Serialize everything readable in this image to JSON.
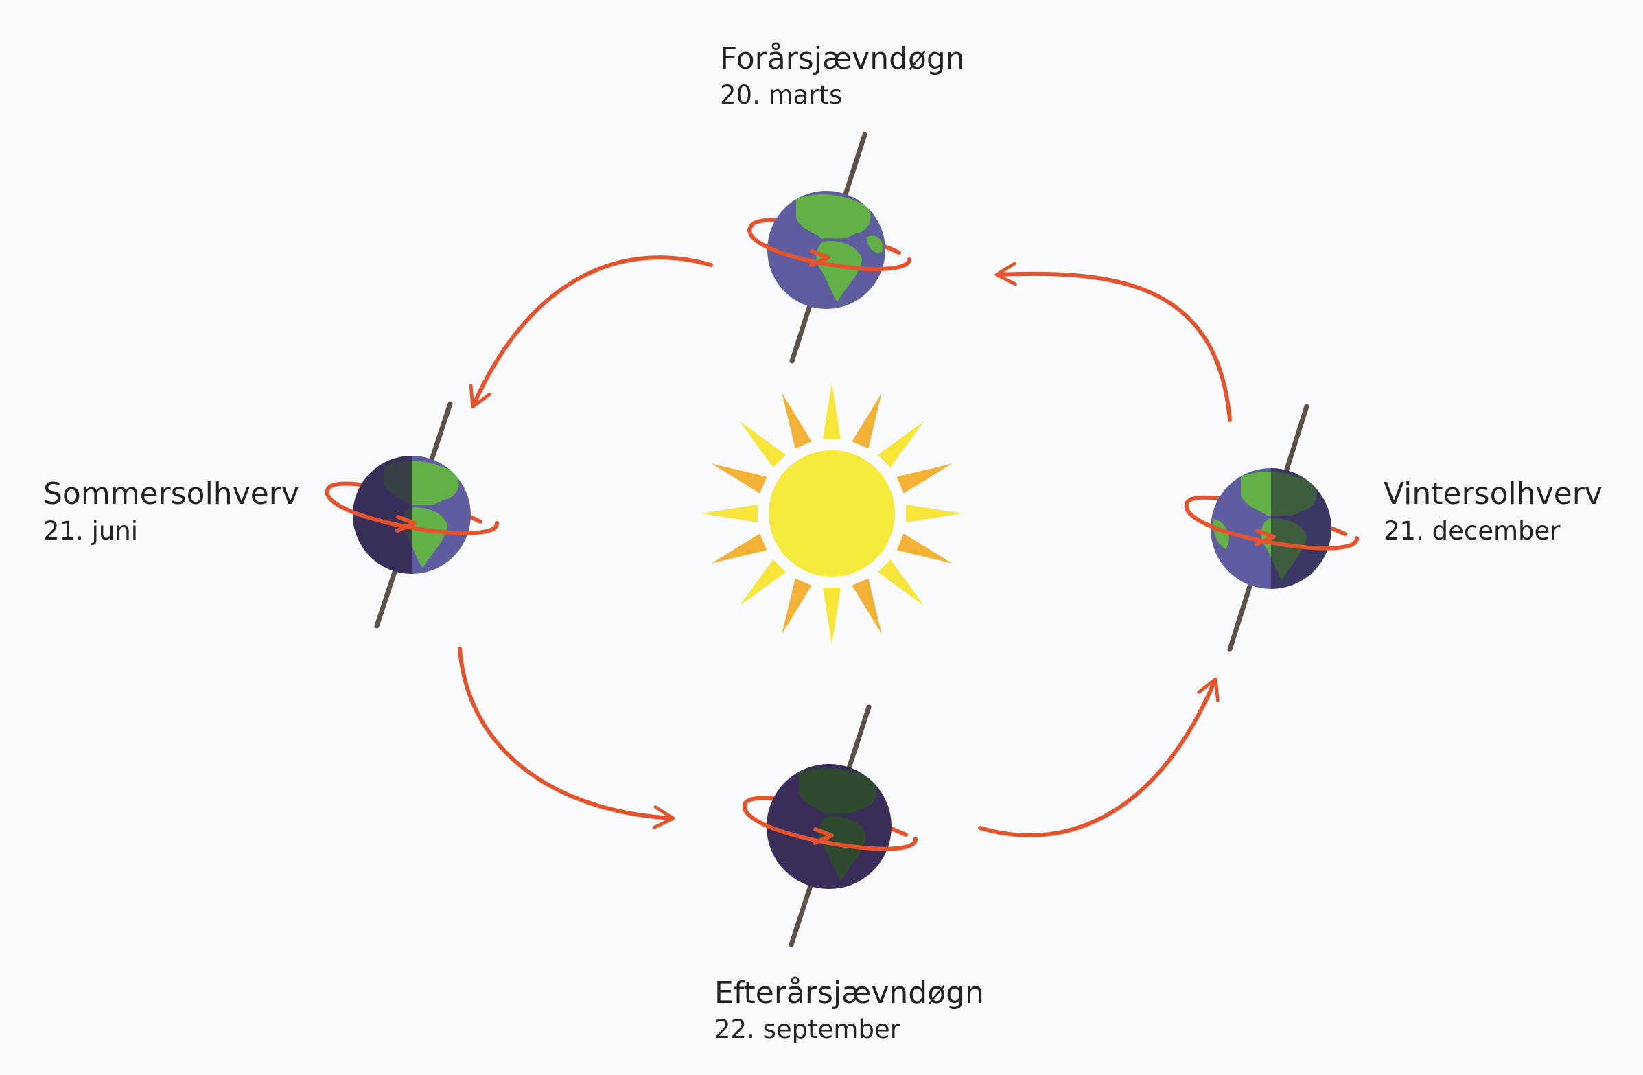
{
  "labels": {
    "spring": {
      "title": "Forårsjævndøgn",
      "date": "20. marts"
    },
    "summer": {
      "title": "Sommersolhverv",
      "date": "21. juni"
    },
    "autumn": {
      "title": "Efterårsjævndøgn",
      "date": "22. september"
    },
    "winter": {
      "title": "Vintersolhverv",
      "date": "21. december"
    }
  },
  "colors": {
    "background": "#f8fafc",
    "arrow": "#e4532b",
    "axis": "#5c5148",
    "ocean": "#5f5da0",
    "land": "#62b046",
    "night_ocean": "#3a2d5a",
    "night_land": "#2f4a2e",
    "sun_core": "#f5ea3c",
    "sun_ray_light": "#f7e53a",
    "sun_ray_dark": "#f3b236",
    "text": "#222222"
  }
}
